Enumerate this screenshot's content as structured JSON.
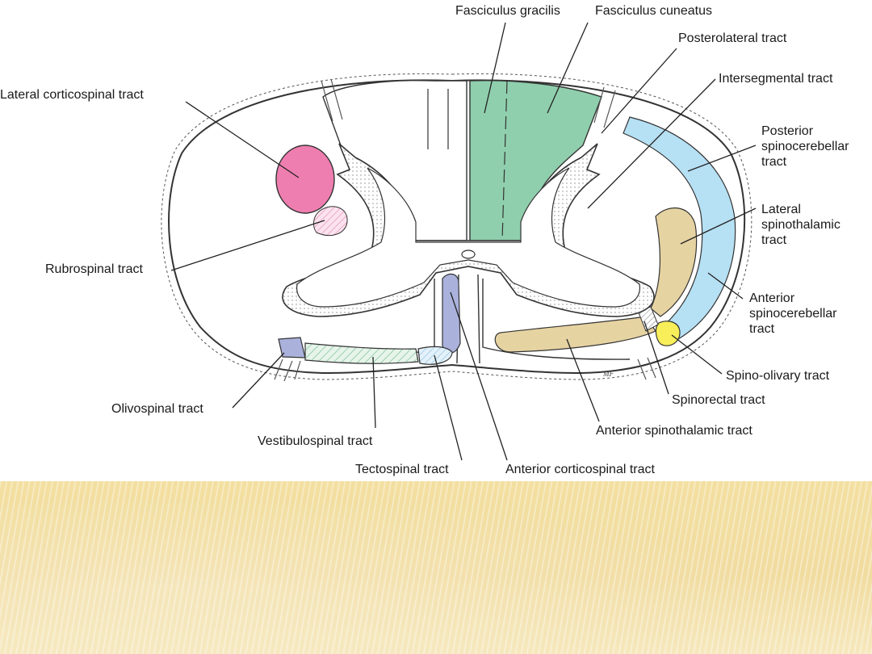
{
  "labels": {
    "fasciculus_gracilis": "Fasciculus gracilis",
    "fasciculus_cuneatus": "Fasciculus cuneatus",
    "posterolateral_tract": "Posterolateral tract",
    "intersegmental_tract": "Intersegmental tract",
    "lateral_corticospinal_tract": "Lateral corticospinal tract",
    "posterior_spinocerebellar_tract": "Posterior\nspinocerebellar\ntract",
    "lateral_spinothalamic_tract": "Lateral\nspinothalamic\ntract",
    "rubrospinal_tract": "Rubrospinal tract",
    "anterior_spinocerebellar_tract": "Anterior\nspinocerebellar\ntract",
    "spino_olivary_tract": "Spino-olivary tract",
    "olivospinal_tract": "Olivospinal tract",
    "spinorectal_tract": "Spinorectal tract",
    "anterior_spinothalamic_tract": "Anterior spinothalamic tract",
    "vestibulospinal_tract": "Vestibulospinal tract",
    "tectospinal_tract": "Tectospinal tract",
    "anterior_corticospinal_tract": "Anterior corticospinal tract"
  },
  "signature": "MF",
  "colors": {
    "dorsal_columns": "#8fcfad",
    "lateral_corticospinal": "#ef7eb0",
    "rubrospinal": "#f7cde0",
    "posterior_spinocerebellar": "#b6e0f3",
    "spinothalamic": "#e6d3a2",
    "anterior_corticospinal": "#aab2dc",
    "vestibulospinal": "#cfe8d8",
    "spino_olivary": "#f8ee5a",
    "band": "#f2dea3"
  }
}
